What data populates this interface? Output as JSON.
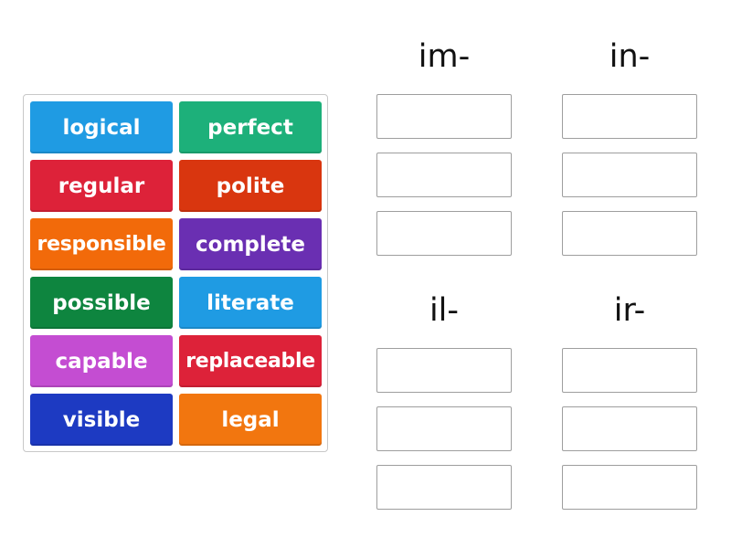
{
  "tiles": [
    {
      "label": "logical",
      "color": "#1f9be3"
    },
    {
      "label": "perfect",
      "color": "#1db07a"
    },
    {
      "label": "regular",
      "color": "#dd2239"
    },
    {
      "label": "polite",
      "color": "#d9360f"
    },
    {
      "label": "responsible",
      "color": "#f26a0a"
    },
    {
      "label": "complete",
      "color": "#6a2fb2"
    },
    {
      "label": "possible",
      "color": "#0e853f"
    },
    {
      "label": "literate",
      "color": "#1f9be3"
    },
    {
      "label": "capable",
      "color": "#c44dd2"
    },
    {
      "label": "replaceable",
      "color": "#dd2239"
    },
    {
      "label": "visible",
      "color": "#1d3ac2"
    },
    {
      "label": "legal",
      "color": "#f2760f"
    }
  ],
  "groups": [
    {
      "heading": "im-",
      "slots": 3
    },
    {
      "heading": "in-",
      "slots": 3
    },
    {
      "heading": "il-",
      "slots": 3
    },
    {
      "heading": "ir-",
      "slots": 3
    }
  ]
}
